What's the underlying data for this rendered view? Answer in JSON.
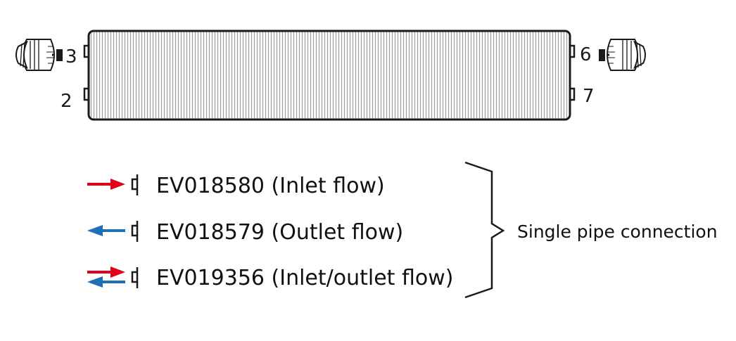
{
  "ports": {
    "top_left": "3",
    "bottom_left": "2",
    "top_right": "6",
    "bottom_right": "7"
  },
  "legend": [
    {
      "code": "EV018580 (Inlet flow)",
      "flow": "inlet"
    },
    {
      "code": "EV018579 (Outlet flow)",
      "flow": "outlet"
    },
    {
      "code": "EV019356 (Inlet/outlet flow)",
      "flow": "inlet-outlet"
    }
  ],
  "group_label": "Single pipe connection",
  "colors": {
    "inlet_arrow": "#e2001a",
    "outlet_arrow": "#1f6fb4",
    "outline": "#1a1a1a",
    "fin_line": "#9a9a9a"
  },
  "icons": {
    "valve_left": "thermostatic-valve-head-icon",
    "valve_right": "thermostatic-valve-head-icon",
    "connector": "pipe-connector-icon",
    "inlet": "arrow-right-icon",
    "outlet": "arrow-left-icon"
  }
}
